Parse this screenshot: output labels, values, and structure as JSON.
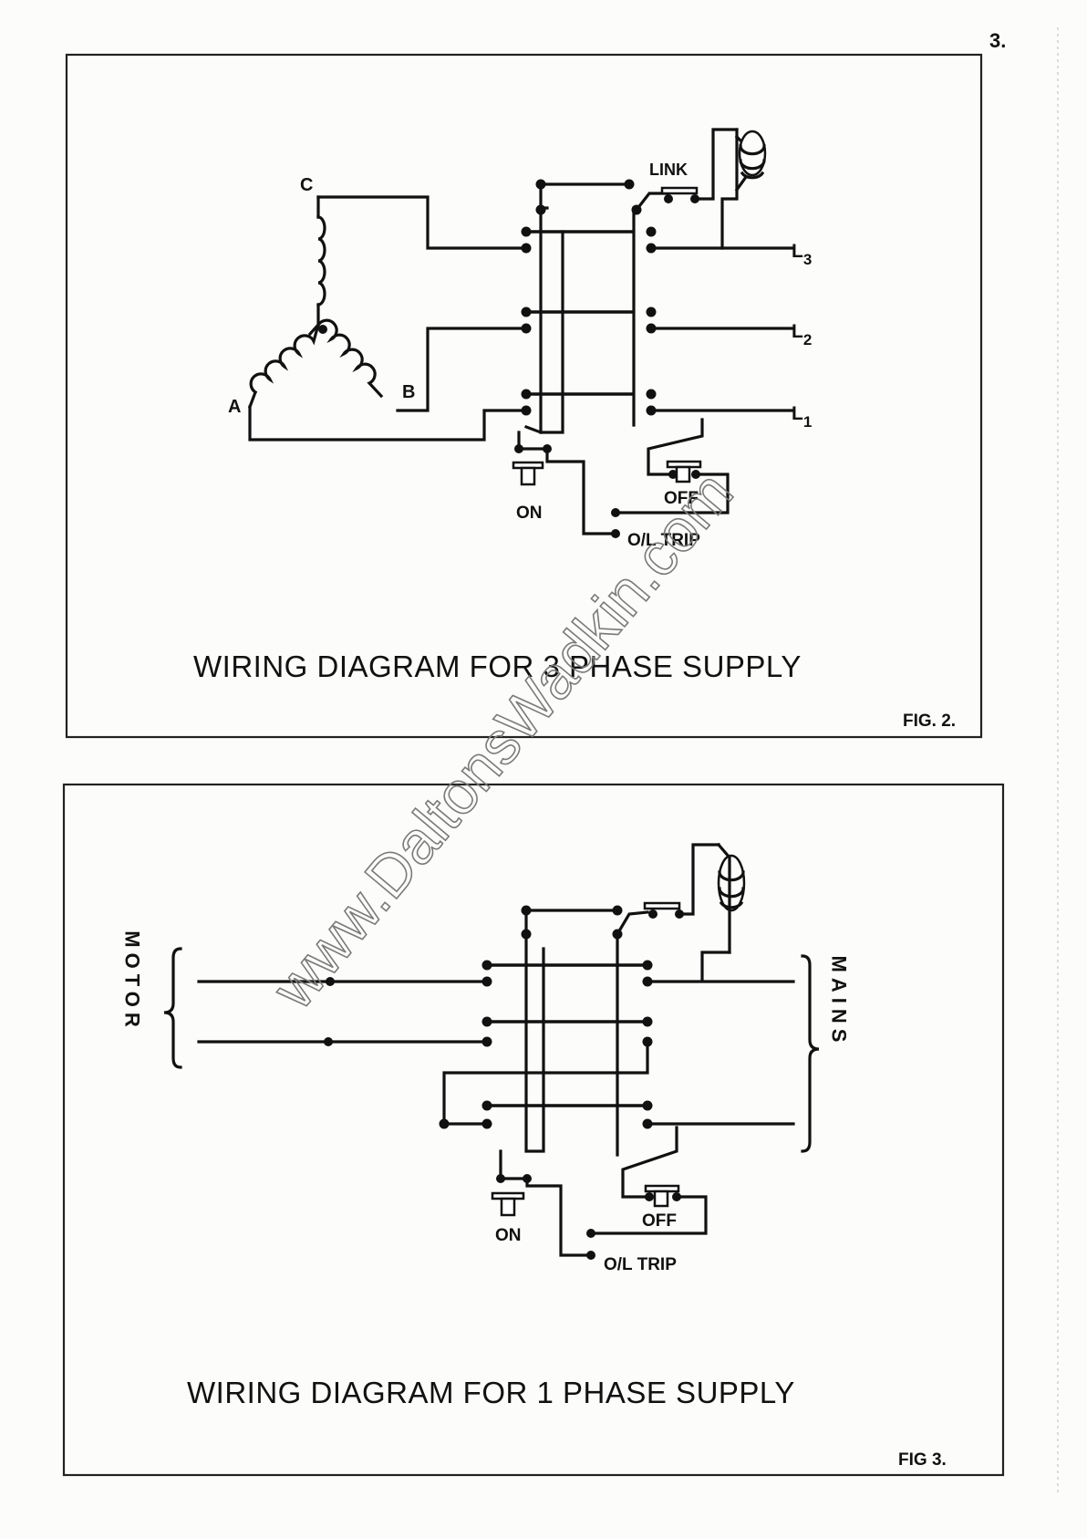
{
  "page_number": "3.",
  "watermark": "www.DaltonsWadkin.com",
  "figures": [
    {
      "fig_label": "FIG. 2.",
      "title": "WIRING DIAGRAM FOR 3 PHASE SUPPLY",
      "terminals": {
        "c": "C",
        "a": "A",
        "b": "B"
      },
      "lines": {
        "l3": "L3",
        "l2": "L2",
        "l1": "L1"
      },
      "link": "LINK",
      "on": "ON",
      "off": "OFF",
      "trip": "O/L TRIP"
    },
    {
      "fig_label": "FIG 3.",
      "title": "WIRING DIAGRAM FOR 1  PHASE SUPPLY",
      "motor": "MOTOR",
      "mains": "MAINS",
      "on": "ON",
      "off": "OFF",
      "trip": "O/L TRIP"
    }
  ]
}
